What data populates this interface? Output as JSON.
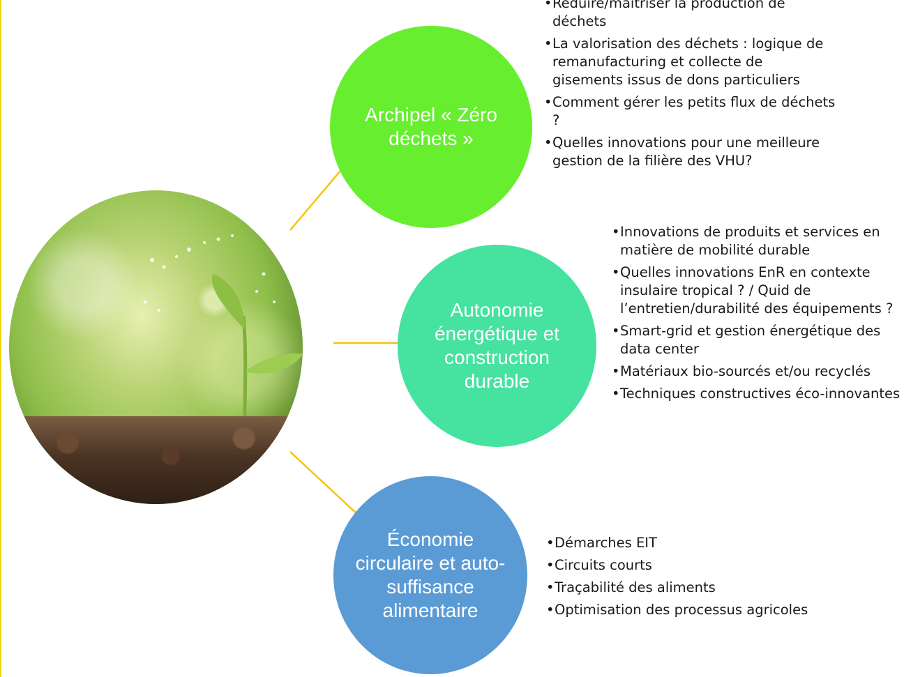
{
  "topics": [
    {
      "title": "Archipel « Zéro déchets »",
      "color": "#66ee2f",
      "items": [
        "Réduire/maîtriser la production de déchets",
        "La valorisation des déchets : logique de remanufacturing et collecte de gisements issus de dons particuliers",
        "Comment gérer les petits flux de déchets ?",
        "Quelles innovations pour une meilleure gestion de la filière des VHU?"
      ]
    },
    {
      "title": "Autonomie énergétique et construction durable",
      "color": "#45e2a0",
      "items": [
        "Innovations de produits et services en matière de mobilité durable",
        "Quelles innovations EnR en contexte insulaire tropical ? / Quid de l’entretien/durabilité des équipements ?",
        "Smart-grid et gestion énergétique des data center",
        "Matériaux bio-sourcés et/ou recyclés",
        "Techniques constructives éco-innovantes"
      ]
    },
    {
      "title": "Économie circulaire et auto-suffisance alimentaire",
      "color": "#5b9bd5",
      "items": [
        "Démarches EIT",
        "Circuits courts",
        "Traçabilité des aliments",
        "Optimisation des processus agricoles"
      ]
    }
  ],
  "connector_color": "#f5c400",
  "center_image": "plant-seedling-photo"
}
